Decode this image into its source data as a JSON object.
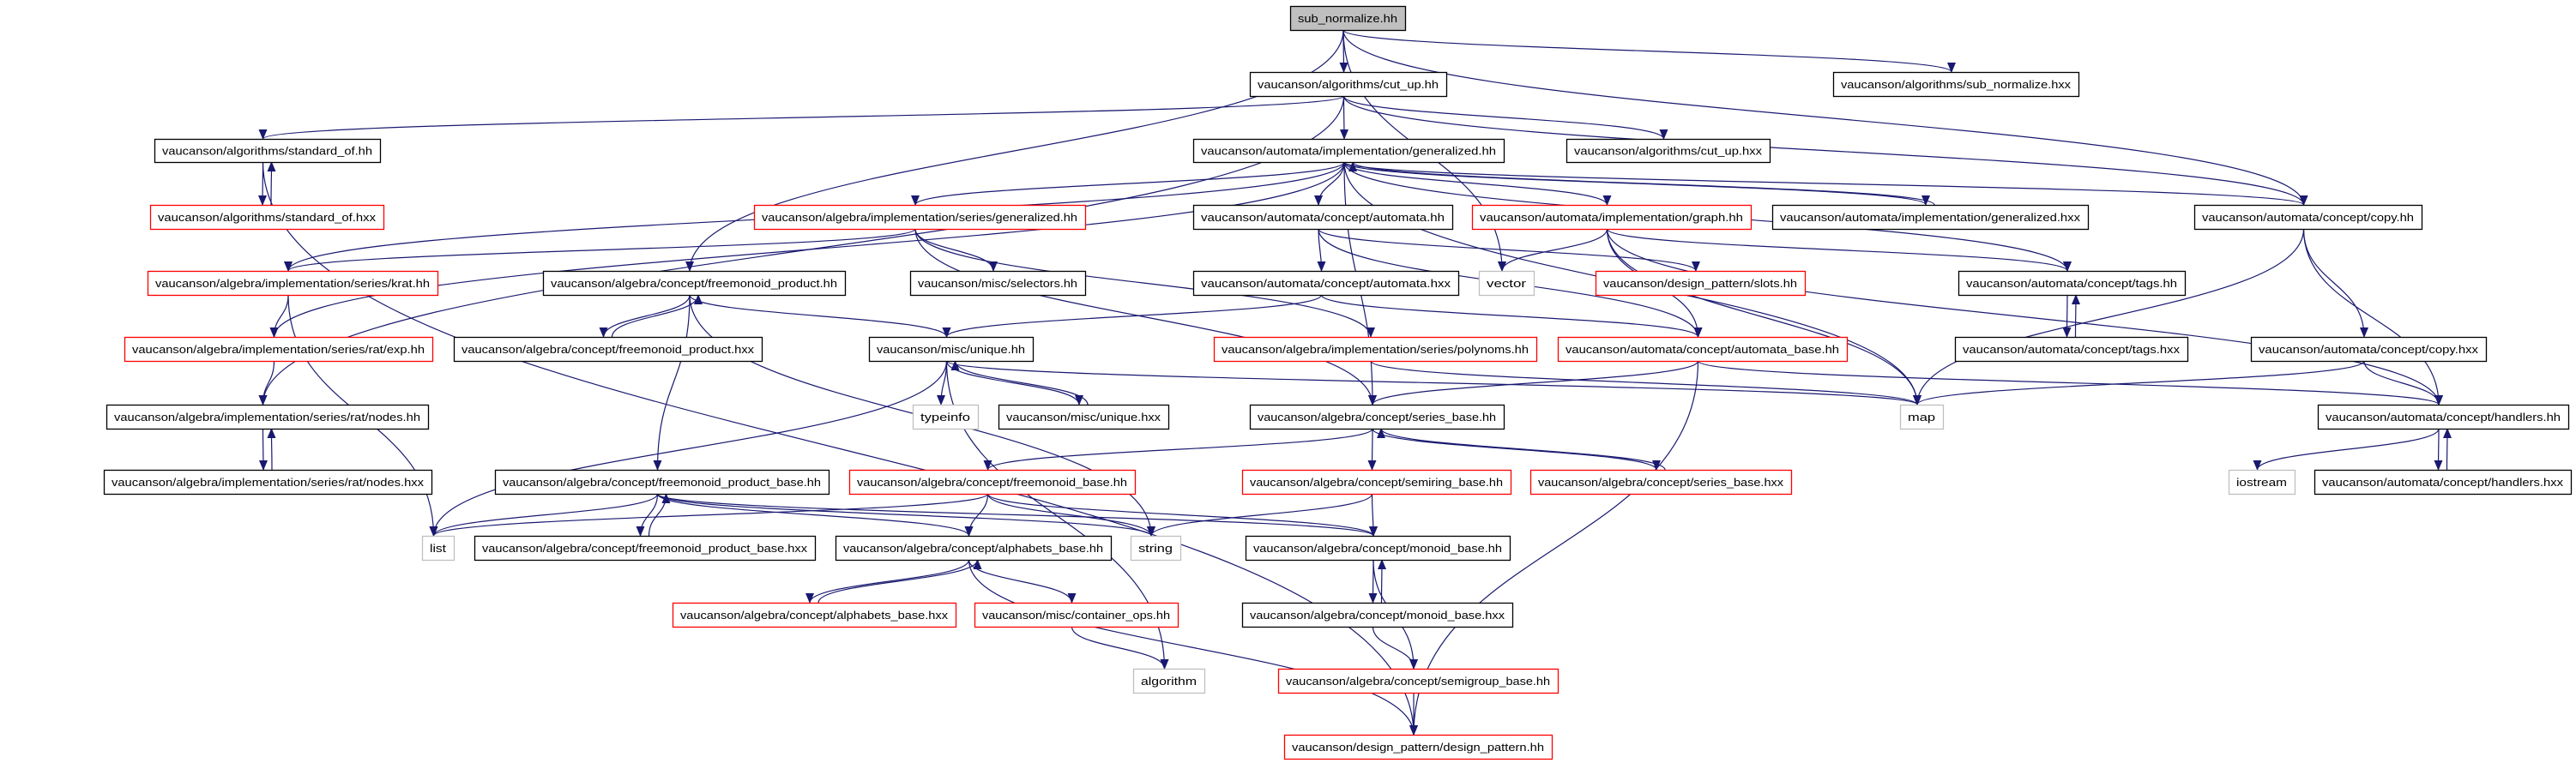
{
  "graph": {
    "title": "sub_normalize.hh",
    "colors": {
      "edge": "#191970",
      "ref_border": "#ff0000",
      "normal_border": "#000000",
      "system_border": "#bfbfbf",
      "root_fill": "#bfbfbf"
    },
    "nodes": [
      {
        "id": "sn",
        "label": "sub_normalize.hh",
        "kind": "root"
      },
      {
        "id": "cutup",
        "label": "vaucanson/algorithms/cut_up.hh",
        "kind": "normal"
      },
      {
        "id": "sn_hxx",
        "label": "vaucanson/algorithms/sub_normalize.hxx",
        "kind": "normal"
      },
      {
        "id": "std_hh",
        "label": "vaucanson/algorithms/standard_of.hh",
        "kind": "normal"
      },
      {
        "id": "gen_hh",
        "label": "vaucanson/automata/implementation/generalized.hh",
        "kind": "normal"
      },
      {
        "id": "cutup_hxx",
        "label": "vaucanson/algorithms/cut_up.hxx",
        "kind": "normal"
      },
      {
        "id": "std_hxx",
        "label": "vaucanson/algorithms/standard_of.hxx",
        "kind": "ref"
      },
      {
        "id": "sgen_hh",
        "label": "vaucanson/algebra/implementation/series/generalized.hh",
        "kind": "ref"
      },
      {
        "id": "aut_hh",
        "label": "vaucanson/automata/concept/automata.hh",
        "kind": "normal"
      },
      {
        "id": "graph_hh",
        "label": "vaucanson/automata/implementation/graph.hh",
        "kind": "ref"
      },
      {
        "id": "gen_hxx",
        "label": "vaucanson/automata/implementation/generalized.hxx",
        "kind": "normal"
      },
      {
        "id": "copy_hh",
        "label": "vaucanson/automata/concept/copy.hh",
        "kind": "normal"
      },
      {
        "id": "krat",
        "label": "vaucanson/algebra/implementation/series/krat.hh",
        "kind": "ref"
      },
      {
        "id": "fmp_hh",
        "label": "vaucanson/algebra/concept/freemonoid_product.hh",
        "kind": "normal"
      },
      {
        "id": "selectors",
        "label": "vaucanson/misc/selectors.hh",
        "kind": "normal"
      },
      {
        "id": "aut_hxx",
        "label": "vaucanson/automata/concept/automata.hxx",
        "kind": "normal"
      },
      {
        "id": "vector",
        "label": "vector",
        "kind": "system"
      },
      {
        "id": "slots",
        "label": "vaucanson/design_pattern/slots.hh",
        "kind": "ref"
      },
      {
        "id": "tags_hh",
        "label": "vaucanson/automata/concept/tags.hh",
        "kind": "normal"
      },
      {
        "id": "exp",
        "label": "vaucanson/algebra/implementation/series/rat/exp.hh",
        "kind": "ref"
      },
      {
        "id": "fmp_hxx",
        "label": "vaucanson/algebra/concept/freemonoid_product.hxx",
        "kind": "normal"
      },
      {
        "id": "unique",
        "label": "vaucanson/misc/unique.hh",
        "kind": "normal"
      },
      {
        "id": "polynoms",
        "label": "vaucanson/algebra/implementation/series/polynoms.hh",
        "kind": "ref"
      },
      {
        "id": "aut_base",
        "label": "vaucanson/automata/concept/automata_base.hh",
        "kind": "ref"
      },
      {
        "id": "tags_hxx",
        "label": "vaucanson/automata/concept/tags.hxx",
        "kind": "normal"
      },
      {
        "id": "copy_hxx",
        "label": "vaucanson/automata/concept/copy.hxx",
        "kind": "normal"
      },
      {
        "id": "nodes_hh",
        "label": "vaucanson/algebra/implementation/series/rat/nodes.hh",
        "kind": "normal"
      },
      {
        "id": "typeinfo",
        "label": "typeinfo",
        "kind": "system"
      },
      {
        "id": "unique_hxx",
        "label": "vaucanson/misc/unique.hxx",
        "kind": "normal"
      },
      {
        "id": "series_base",
        "label": "vaucanson/algebra/concept/series_base.hh",
        "kind": "normal"
      },
      {
        "id": "map",
        "label": "map",
        "kind": "system"
      },
      {
        "id": "handlers_hh",
        "label": "vaucanson/automata/concept/handlers.hh",
        "kind": "normal"
      },
      {
        "id": "nodes_hxx",
        "label": "vaucanson/algebra/implementation/series/rat/nodes.hxx",
        "kind": "normal"
      },
      {
        "id": "fmpb_hh",
        "label": "vaucanson/algebra/concept/freemonoid_product_base.hh",
        "kind": "normal"
      },
      {
        "id": "fmb_hh",
        "label": "vaucanson/algebra/concept/freemonoid_base.hh",
        "kind": "ref"
      },
      {
        "id": "semiring",
        "label": "vaucanson/algebra/concept/semiring_base.hh",
        "kind": "ref"
      },
      {
        "id": "sb_hxx",
        "label": "vaucanson/algebra/concept/series_base.hxx",
        "kind": "ref"
      },
      {
        "id": "iostream",
        "label": "iostream",
        "kind": "system"
      },
      {
        "id": "handlers_hxx",
        "label": "vaucanson/automata/concept/handlers.hxx",
        "kind": "normal"
      },
      {
        "id": "list",
        "label": "list",
        "kind": "system"
      },
      {
        "id": "fmpb_hxx",
        "label": "vaucanson/algebra/concept/freemonoid_product_base.hxx",
        "kind": "normal"
      },
      {
        "id": "alph_hh",
        "label": "vaucanson/algebra/concept/alphabets_base.hh",
        "kind": "normal"
      },
      {
        "id": "string",
        "label": "string",
        "kind": "system"
      },
      {
        "id": "monoid",
        "label": "vaucanson/algebra/concept/monoid_base.hh",
        "kind": "normal"
      },
      {
        "id": "alph_hxx",
        "label": "vaucanson/algebra/concept/alphabets_base.hxx",
        "kind": "ref"
      },
      {
        "id": "container",
        "label": "vaucanson/misc/container_ops.hh",
        "kind": "ref"
      },
      {
        "id": "monoid_hxx",
        "label": "vaucanson/algebra/concept/monoid_base.hxx",
        "kind": "normal"
      },
      {
        "id": "algorithm",
        "label": "algorithm",
        "kind": "system"
      },
      {
        "id": "semigroup",
        "label": "vaucanson/algebra/concept/semigroup_base.hh",
        "kind": "ref"
      },
      {
        "id": "dp",
        "label": "vaucanson/design_pattern/design_pattern.hh",
        "kind": "ref"
      }
    ],
    "edges": [
      [
        "sn",
        "cutup"
      ],
      [
        "sn",
        "sn_hxx"
      ],
      [
        "sn",
        "copy_hh"
      ],
      [
        "sn",
        "fmp_hh"
      ],
      [
        "sn",
        "vector"
      ],
      [
        "cutup",
        "std_hh"
      ],
      [
        "cutup",
        "nodes_hh"
      ],
      [
        "cutup",
        "gen_hh"
      ],
      [
        "cutup",
        "cutup_hxx"
      ],
      [
        "cutup",
        "copy_hh"
      ],
      [
        "std_hh",
        "std_hxx"
      ],
      [
        "std_hxx",
        "std_hh"
      ],
      [
        "std_hh",
        "dp"
      ],
      [
        "gen_hh",
        "sgen_hh"
      ],
      [
        "gen_hh",
        "aut_hh"
      ],
      [
        "gen_hh",
        "graph_hh"
      ],
      [
        "gen_hh",
        "gen_hxx"
      ],
      [
        "gen_hh",
        "copy_hh"
      ],
      [
        "gen_hh",
        "series_base"
      ],
      [
        "gen_hh",
        "krat"
      ],
      [
        "gen_hh",
        "exp"
      ],
      [
        "gen_hh",
        "tags_hh"
      ],
      [
        "gen_hh",
        "map"
      ],
      [
        "gen_hxx",
        "gen_hh"
      ],
      [
        "sgen_hh",
        "krat"
      ],
      [
        "sgen_hh",
        "selectors"
      ],
      [
        "sgen_hh",
        "polynoms"
      ],
      [
        "sgen_hh",
        "series_base"
      ],
      [
        "krat",
        "exp"
      ],
      [
        "krat",
        "list"
      ],
      [
        "exp",
        "nodes_hh"
      ],
      [
        "nodes_hh",
        "nodes_hxx"
      ],
      [
        "nodes_hxx",
        "nodes_hh"
      ],
      [
        "fmp_hh",
        "fmp_hxx"
      ],
      [
        "fmp_hxx",
        "fmp_hh"
      ],
      [
        "fmp_hh",
        "unique"
      ],
      [
        "fmp_hh",
        "fmpb_hh"
      ],
      [
        "fmp_hh",
        "string"
      ],
      [
        "aut_hh",
        "aut_hxx"
      ],
      [
        "aut_hh",
        "slots"
      ],
      [
        "aut_hh",
        "aut_base"
      ],
      [
        "aut_hxx",
        "unique"
      ],
      [
        "aut_hxx",
        "aut_base"
      ],
      [
        "graph_hh",
        "vector"
      ],
      [
        "graph_hh",
        "map"
      ],
      [
        "graph_hh",
        "aut_base"
      ],
      [
        "graph_hh",
        "tags_hh"
      ],
      [
        "graph_hh",
        "handlers_hh"
      ],
      [
        "copy_hh",
        "copy_hxx"
      ],
      [
        "copy_hh",
        "handlers_hh"
      ],
      [
        "copy_hh",
        "map"
      ],
      [
        "copy_hxx",
        "handlers_hh"
      ],
      [
        "copy_hxx",
        "map"
      ],
      [
        "tags_hh",
        "tags_hxx"
      ],
      [
        "tags_hxx",
        "tags_hh"
      ],
      [
        "unique",
        "typeinfo"
      ],
      [
        "unique",
        "unique_hxx"
      ],
      [
        "unique_hxx",
        "unique"
      ],
      [
        "unique",
        "list"
      ],
      [
        "unique",
        "algorithm"
      ],
      [
        "unique",
        "map"
      ],
      [
        "polynoms",
        "map"
      ],
      [
        "aut_base",
        "series_base"
      ],
      [
        "aut_base",
        "handlers_hh"
      ],
      [
        "aut_base",
        "dp"
      ],
      [
        "series_base",
        "fmb_hh"
      ],
      [
        "series_base",
        "semiring"
      ],
      [
        "series_base",
        "sb_hxx"
      ],
      [
        "sb_hxx",
        "series_base"
      ],
      [
        "fmb_hh",
        "alph_hh"
      ],
      [
        "fmb_hh",
        "string"
      ],
      [
        "fmb_hh",
        "monoid"
      ],
      [
        "fmb_hh",
        "list"
      ],
      [
        "fmpb_hh",
        "fmpb_hxx"
      ],
      [
        "fmpb_hxx",
        "fmpb_hh"
      ],
      [
        "fmpb_hh",
        "list"
      ],
      [
        "fmpb_hh",
        "alph_hh"
      ],
      [
        "fmpb_hh",
        "monoid"
      ],
      [
        "fmpb_hh",
        "string"
      ],
      [
        "semiring",
        "monoid"
      ],
      [
        "semiring",
        "string"
      ],
      [
        "alph_hh",
        "alph_hxx"
      ],
      [
        "alph_hxx",
        "alph_hh"
      ],
      [
        "alph_hh",
        "container"
      ],
      [
        "alph_hh",
        "dp"
      ],
      [
        "container",
        "algorithm"
      ],
      [
        "monoid",
        "monoid_hxx"
      ],
      [
        "monoid_hxx",
        "monoid"
      ],
      [
        "monoid",
        "semigroup"
      ],
      [
        "monoid_hxx",
        "semigroup"
      ],
      [
        "semigroup",
        "dp"
      ],
      [
        "handlers_hh",
        "iostream"
      ],
      [
        "handlers_hh",
        "handlers_hxx"
      ],
      [
        "handlers_hxx",
        "handlers_hh"
      ]
    ]
  }
}
